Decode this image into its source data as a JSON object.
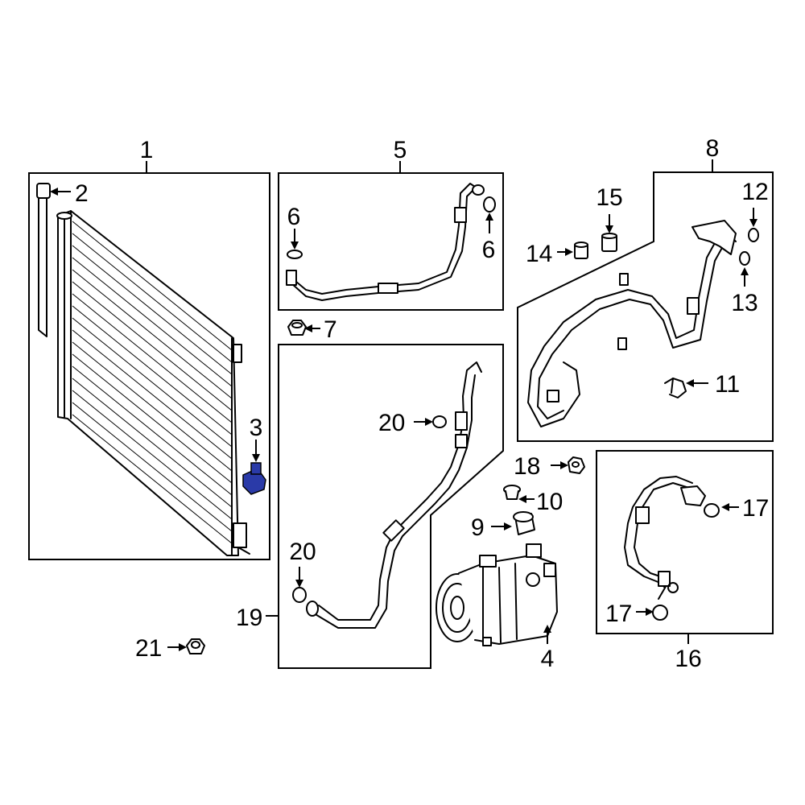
{
  "diagram": {
    "callouts": [
      {
        "id": "c1",
        "number": "1"
      },
      {
        "id": "c2",
        "number": "2"
      },
      {
        "id": "c3",
        "number": "3"
      },
      {
        "id": "c4",
        "number": "4"
      },
      {
        "id": "c5",
        "number": "5"
      },
      {
        "id": "c6a",
        "number": "6"
      },
      {
        "id": "c6b",
        "number": "6"
      },
      {
        "id": "c7",
        "number": "7"
      },
      {
        "id": "c8",
        "number": "8"
      },
      {
        "id": "c9",
        "number": "9"
      },
      {
        "id": "c10",
        "number": "10"
      },
      {
        "id": "c11",
        "number": "11"
      },
      {
        "id": "c12",
        "number": "12"
      },
      {
        "id": "c13",
        "number": "13"
      },
      {
        "id": "c14",
        "number": "14"
      },
      {
        "id": "c15",
        "number": "15"
      },
      {
        "id": "c16",
        "number": "16"
      },
      {
        "id": "c17a",
        "number": "17"
      },
      {
        "id": "c17b",
        "number": "17"
      },
      {
        "id": "c18",
        "number": "18"
      },
      {
        "id": "c19",
        "number": "19"
      },
      {
        "id": "c20a",
        "number": "20"
      },
      {
        "id": "c20b",
        "number": "20"
      },
      {
        "id": "c21",
        "number": "21"
      }
    ],
    "highlight_color": "#2a3aa8",
    "line_color": "#000000"
  }
}
